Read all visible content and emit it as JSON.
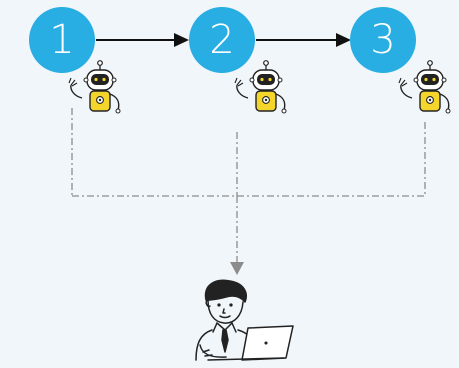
{
  "colors": {
    "background": "#f1f6fa",
    "step_circle": "#29aee4",
    "arrow": "#111111",
    "dashed_line": "#8c8c8c",
    "robot_body": "#f4d52b",
    "outline": "#222222"
  },
  "steps": [
    {
      "label": "1",
      "icon": "robot-icon"
    },
    {
      "label": "2",
      "icon": "robot-icon"
    },
    {
      "label": "3",
      "icon": "robot-icon"
    }
  ],
  "user": {
    "icon": "person-at-laptop-icon"
  }
}
